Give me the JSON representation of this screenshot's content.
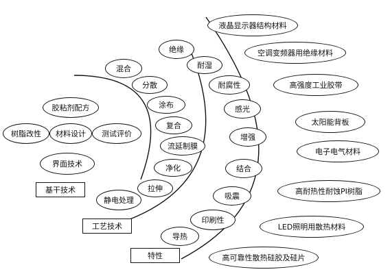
{
  "core": {
    "label": "基干技术",
    "items": [
      "胶粘剂配方",
      "树脂改性",
      "材料设计",
      "测试评价",
      "界面技术"
    ]
  },
  "process": {
    "label": "工艺技术",
    "items": [
      "混合",
      "分散",
      "涂布",
      "复合",
      "流延制膜",
      "净化",
      "拉伸",
      "静电处理"
    ]
  },
  "properties": {
    "label": "特性",
    "items": [
      "绝缘",
      "耐湿",
      "耐腐性",
      "感光",
      "增强",
      "结合",
      "吸震",
      "印刷性",
      "导热"
    ]
  },
  "applications": {
    "items": [
      "液晶显示器结构材料",
      "空调变频器用绝缘材料",
      "高强度工业胶带",
      "太阳能背板",
      "电子电气材料",
      "高耐热性耐蚀PI树脂",
      "LED照明用散热材料",
      "高可靠性散热硅胶及硅片"
    ]
  }
}
